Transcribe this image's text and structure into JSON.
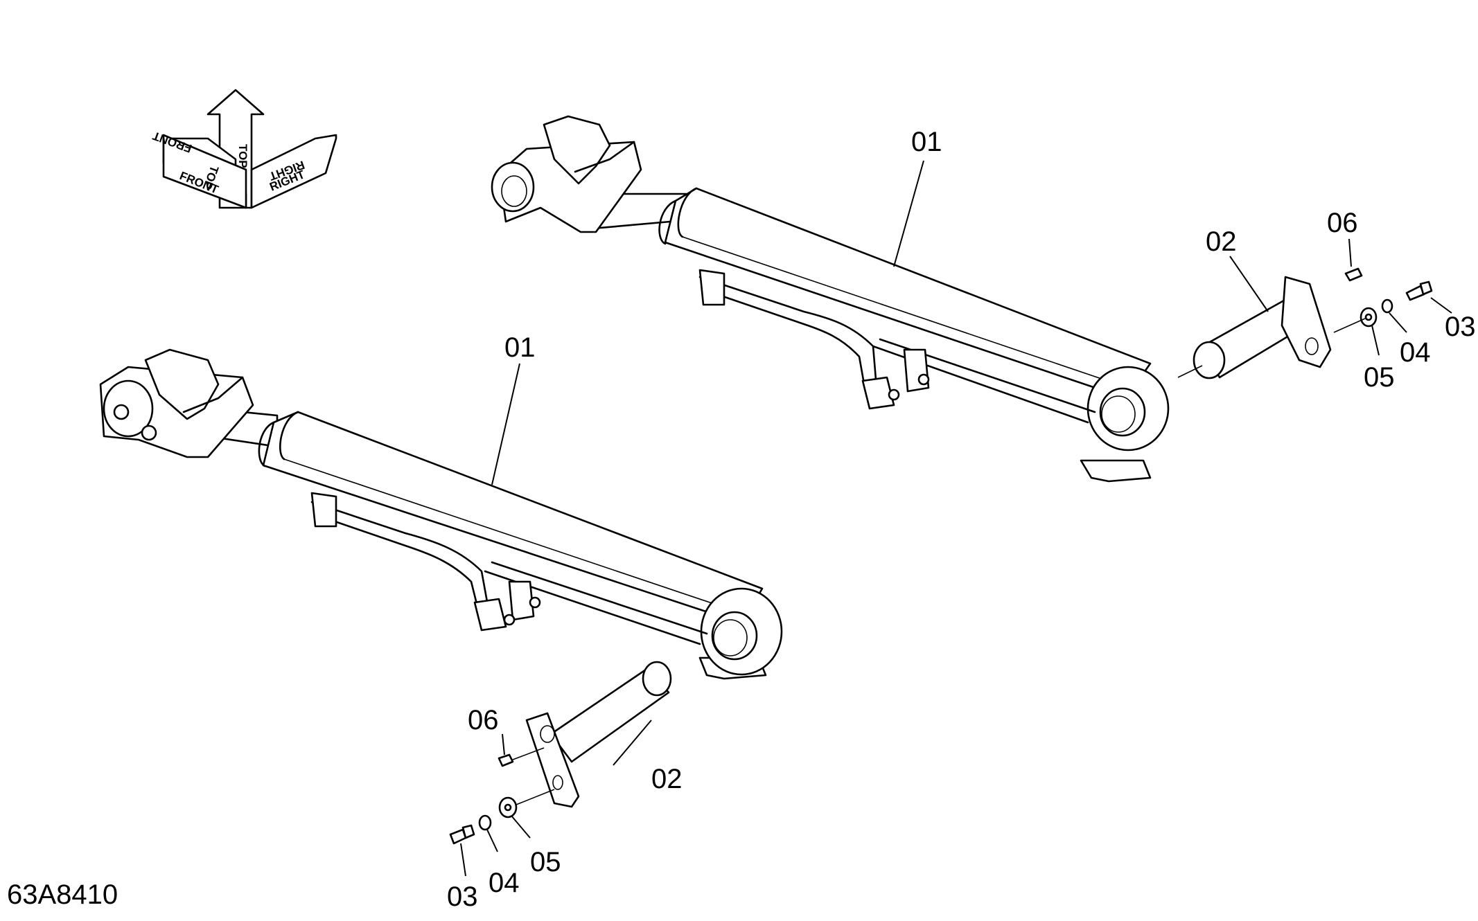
{
  "figure": {
    "drawing_code": "63A8410",
    "orientation": {
      "top": "TOP",
      "front": "FRONT",
      "right": "RIGHT"
    },
    "callouts": {
      "cyl_upper": "01",
      "cyl_lower": "01",
      "pin_upper": "02",
      "pin_lower": "02",
      "bolt_upper": "03",
      "bolt_lower": "03",
      "lockwasher_upper": "04",
      "lockwasher_lower": "04",
      "washer_upper": "05",
      "washer_lower": "05",
      "fitting_upper": "06",
      "fitting_lower": "06"
    }
  }
}
